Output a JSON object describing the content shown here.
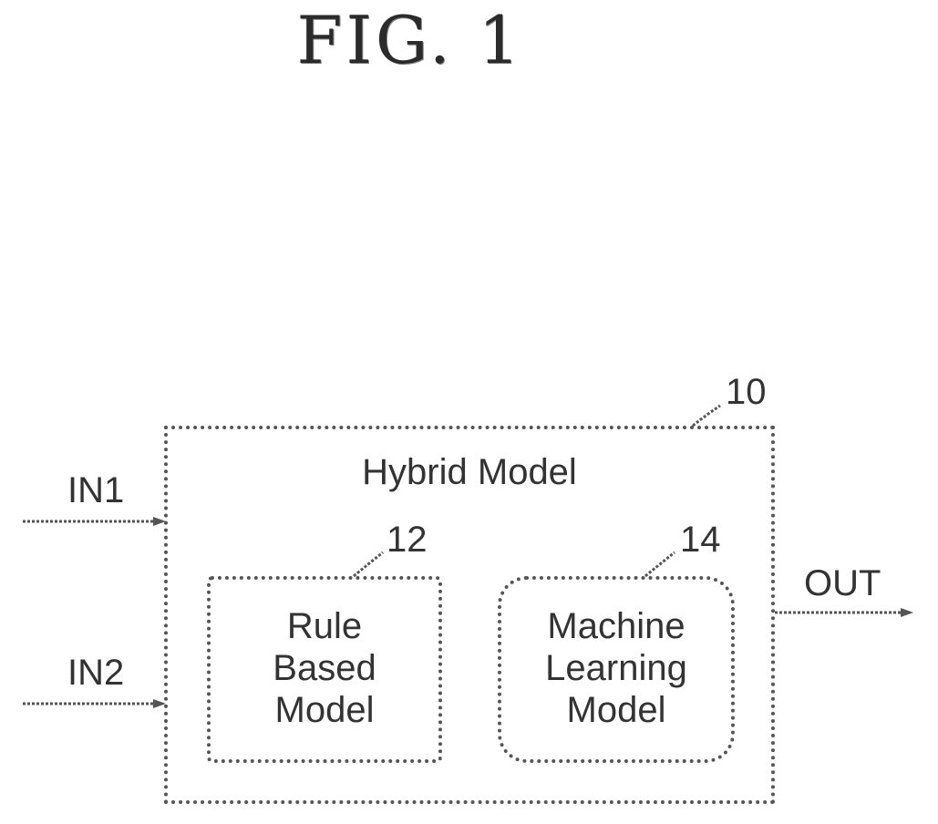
{
  "figure": {
    "title": "FIG. 1"
  },
  "hybrid_model": {
    "ref": "10",
    "label": "Hybrid Model"
  },
  "rule_based_model": {
    "ref": "12",
    "lines": [
      "Rule",
      "Based",
      "Model"
    ]
  },
  "machine_learning_model": {
    "ref": "14",
    "lines": [
      "Machine",
      "Learning",
      "Model"
    ]
  },
  "inputs": {
    "in1": "IN1",
    "in2": "IN2"
  },
  "output": {
    "out": "OUT"
  },
  "colors": {
    "line": "#555555",
    "text": "#333333"
  }
}
